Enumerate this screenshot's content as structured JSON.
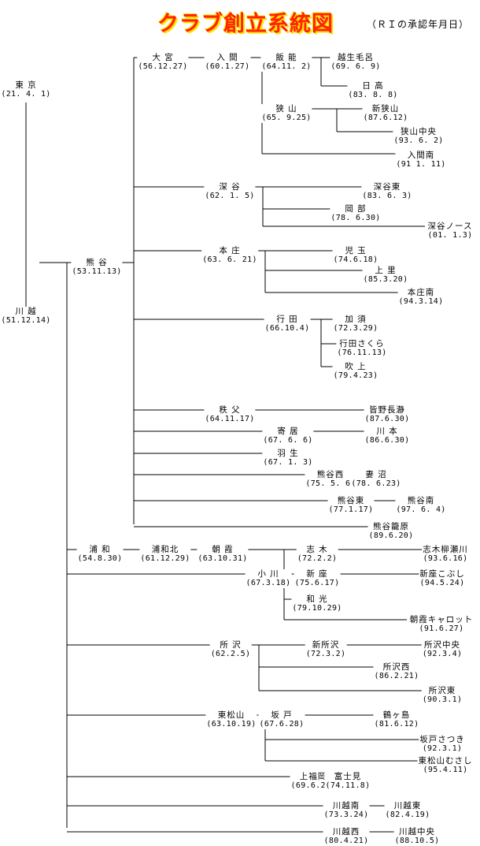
{
  "title": "クラブ創立系統図",
  "subtitle": "（ＲＩの承認年月日）",
  "colors": {
    "title": "#ff2200",
    "title_glow": "#ffe000",
    "line": "#000000"
  },
  "clubs": [
    {
      "id": "tokyo",
      "name": "東 京",
      "date": "(21. 4. 1)"
    },
    {
      "id": "kawagoe",
      "name": "川 越",
      "date": "(51.12.14)"
    },
    {
      "id": "kumagaya",
      "name": "熊 谷",
      "date": "(53.11.13)"
    },
    {
      "id": "omiya",
      "name": "大 宮",
      "date": "(56.12.27)"
    },
    {
      "id": "iruma",
      "name": "入 間",
      "date": "(60.1.27)"
    },
    {
      "id": "hanno",
      "name": "飯 能",
      "date": "(64.11. 2)"
    },
    {
      "id": "ogose_moroyama",
      "name": "越生毛呂",
      "date": "(69. 6. 9)"
    },
    {
      "id": "hidaka",
      "name": "日 高",
      "date": "(83. 8. 8)"
    },
    {
      "id": "sayama",
      "name": "狭 山",
      "date": "(65. 9.25)"
    },
    {
      "id": "shin_sayama",
      "name": "新狭山",
      "date": "(87.6.12)"
    },
    {
      "id": "sayama_chuo",
      "name": "狭山中央",
      "date": "(93. 6. 2)"
    },
    {
      "id": "iruma_minami",
      "name": "入間南",
      "date": "(91 1. 11)"
    },
    {
      "id": "fukaya",
      "name": "深 谷",
      "date": "(62. 1. 5)"
    },
    {
      "id": "fukaya_higashi",
      "name": "深谷東",
      "date": "(83. 6. 3)"
    },
    {
      "id": "okabe",
      "name": "岡 部",
      "date": "(78. 6.30)"
    },
    {
      "id": "fukaya_north",
      "name": "深谷ノース",
      "date": "(01. 1.3)"
    },
    {
      "id": "honjo",
      "name": "本 庄",
      "date": "(63. 6. 21)"
    },
    {
      "id": "kodama",
      "name": "児 玉",
      "date": "(74.6.18)"
    },
    {
      "id": "kamisato",
      "name": "上 里",
      "date": "(85.3.20)"
    },
    {
      "id": "honjo_minami",
      "name": "本庄南",
      "date": "(94.3.14)"
    },
    {
      "id": "gyoda",
      "name": "行 田",
      "date": "(66.10.4)"
    },
    {
      "id": "kazo",
      "name": "加 須",
      "date": "(72.3.29)"
    },
    {
      "id": "gyoda_sakura",
      "name": "行田さくら",
      "date": "(76.11.13)"
    },
    {
      "id": "fukiage",
      "name": "吹 上",
      "date": "(79.4.23)"
    },
    {
      "id": "chichibu",
      "name": "秩 父",
      "date": "(64.11.17)"
    },
    {
      "id": "minano_nagatoro",
      "name": "皆野長瀞",
      "date": "(87.6.30)"
    },
    {
      "id": "yorii",
      "name": "寄 居",
      "date": "(67. 6. 6)"
    },
    {
      "id": "kawamoto",
      "name": "川 本",
      "date": "(86.6.30)"
    },
    {
      "id": "hanyu",
      "name": "羽 生",
      "date": "(67. 1. 3)"
    },
    {
      "id": "kumagaya_nishi",
      "name": "熊谷西",
      "date": "(75. 5. 6)"
    },
    {
      "id": "menuma",
      "name": "妻 沼",
      "date": "(78. 6.23)"
    },
    {
      "id": "kumagaya_higashi",
      "name": "熊谷東",
      "date": "(77.1.17)"
    },
    {
      "id": "kumagaya_minami",
      "name": "熊谷南",
      "date": "(97. 6. 4)"
    },
    {
      "id": "kumagaya_kagohara",
      "name": "熊谷籠原",
      "date": "(89.6.20)"
    },
    {
      "id": "urawa",
      "name": "浦 和",
      "date": "(54.8.30)"
    },
    {
      "id": "urawa_kita",
      "name": "浦和北",
      "date": "(61.12.29)"
    },
    {
      "id": "asaka",
      "name": "朝 霞",
      "date": "(63.10.31)"
    },
    {
      "id": "shiki",
      "name": "志 木",
      "date": "(72.2.2)"
    },
    {
      "id": "shiki_yanagise",
      "name": "志木柳瀬川",
      "date": "(93.6.16)"
    },
    {
      "id": "niiza",
      "name": "新 座",
      "date": "(75.6.17)"
    },
    {
      "id": "niiza_kobushi",
      "name": "新座こぶし",
      "date": "(94.5.24)"
    },
    {
      "id": "wako",
      "name": "和 光",
      "date": "(79.10.29)"
    },
    {
      "id": "asaka_carrot",
      "name": "朝霞キャロット",
      "date": "(91.6.27)"
    },
    {
      "id": "ogawa",
      "name": "小 川",
      "date": "(67.3.18)"
    },
    {
      "id": "tokorozawa",
      "name": "所 沢",
      "date": "(62.2.5)"
    },
    {
      "id": "shin_tokorozawa",
      "name": "新所沢",
      "date": "(72.3.2)"
    },
    {
      "id": "tokorozawa_chuo",
      "name": "所沢中央",
      "date": "(92.3.4)"
    },
    {
      "id": "tokorozawa_nishi",
      "name": "所沢西",
      "date": "(86.2.21)"
    },
    {
      "id": "tokorozawa_higashi",
      "name": "所沢東",
      "date": "(90.3.1)"
    },
    {
      "id": "higashimatsuyama",
      "name": "東松山",
      "date": "(63.10.19)"
    },
    {
      "id": "sakado",
      "name": "坂 戸",
      "date": "(67.6.28)"
    },
    {
      "id": "tsurugashima",
      "name": "鶴ヶ島",
      "date": "(81.6.12)"
    },
    {
      "id": "sakado_satsuki",
      "name": "坂戸さつき",
      "date": "(92.3.1)"
    },
    {
      "id": "higashimatsuyama_musashi",
      "name": "東松山むさし",
      "date": "(95.4.11)"
    },
    {
      "id": "kamifukuoka",
      "name": "上福岡",
      "date": "(69.6.26)"
    },
    {
      "id": "fujimi",
      "name": "富士見",
      "date": "(74.11.8)"
    },
    {
      "id": "kawagoe_minami",
      "name": "川越南",
      "date": "(73.3.24)"
    },
    {
      "id": "kawagoe_higashi",
      "name": "川越東",
      "date": "(82.4.19)"
    },
    {
      "id": "kawagoe_nishi",
      "name": "川越西",
      "date": "(80.4.21)"
    },
    {
      "id": "kawagoe_chuo",
      "name": "川越中央",
      "date": "(88.10.5)"
    }
  ]
}
